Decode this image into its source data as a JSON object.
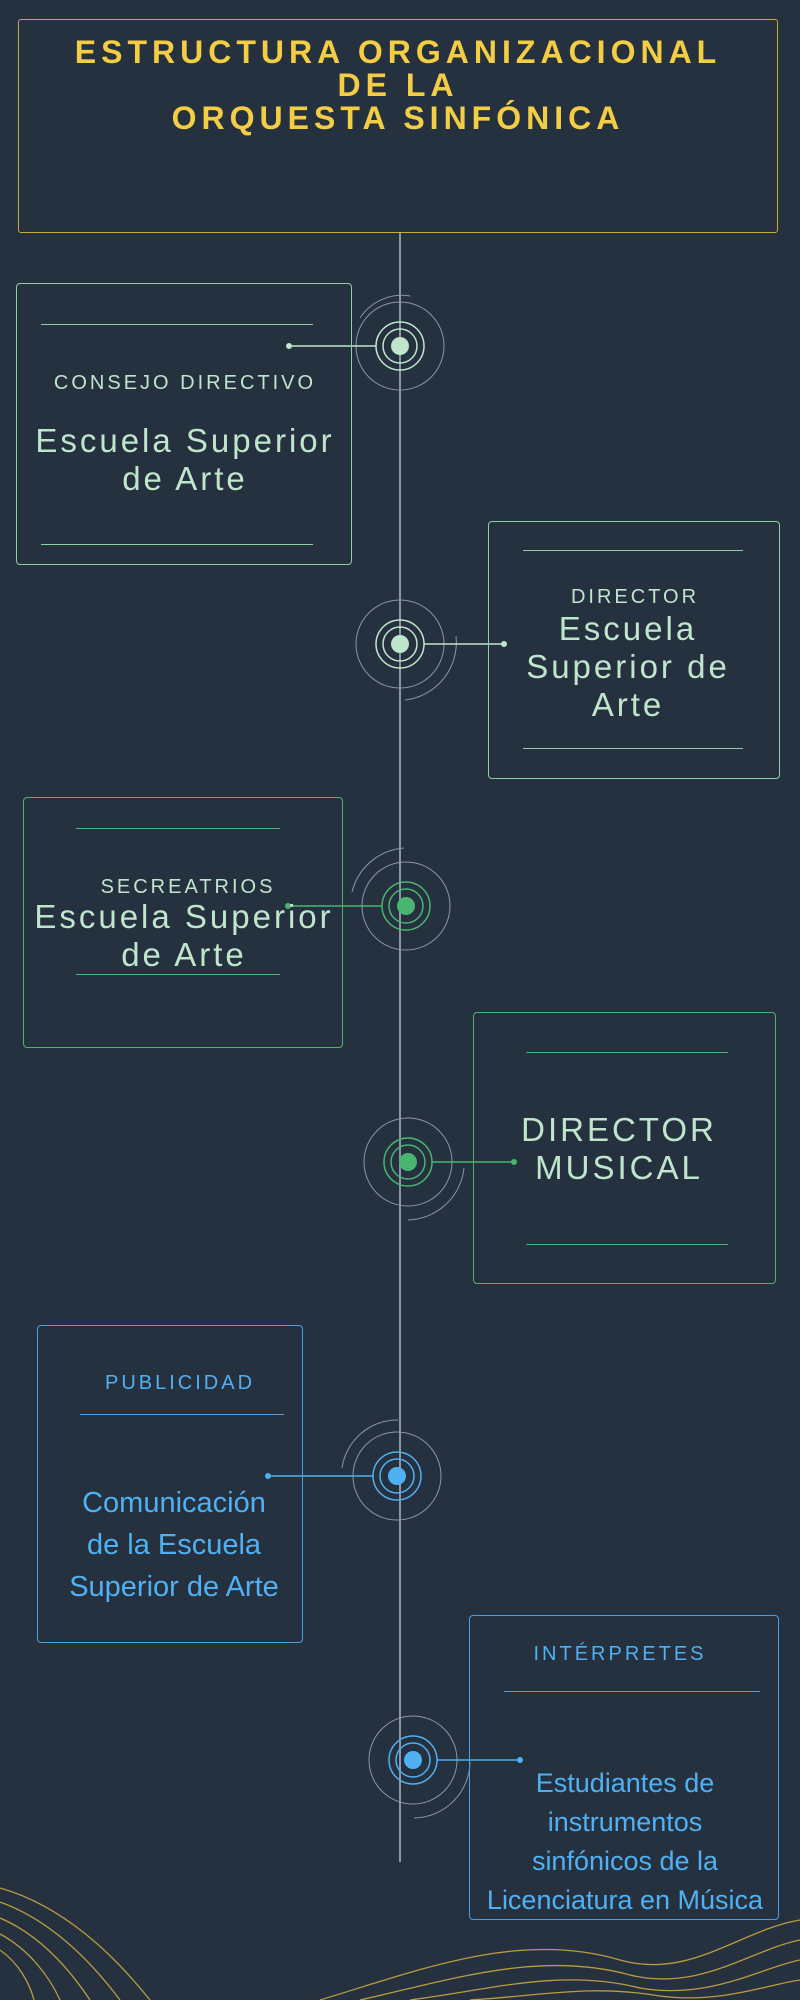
{
  "title": {
    "line1": "ESTRUCTURA ORGANIZACIONAL",
    "line2": "DE LA",
    "line3": "ORQUESTA SINFÓNICA"
  },
  "nodes": [
    {
      "category": "CONSEJO DIRECTIVO",
      "name_line1": "Escuela Superior",
      "name_line2": "de Arte"
    },
    {
      "category": "DIRECTOR",
      "name_line1": "Escuela",
      "name_line2": "Superior de",
      "name_line3": "Arte"
    },
    {
      "category": "SECREATRIOS",
      "name_line1": "Escuela Superior",
      "name_line2": "de Arte"
    },
    {
      "category": "DIRECTOR",
      "category_line2": "MUSICAL"
    },
    {
      "category": "PUBLICIDAD",
      "name_line1": "Comunicación",
      "name_line2": "de la Escuela",
      "name_line3": "Superior de Arte"
    },
    {
      "category": "INTÉRPRETES",
      "name_line1": "Estudiantes de",
      "name_line2": "instrumentos",
      "name_line3": "sinfónicos de la",
      "name_line4": "Licenciatura en Música"
    }
  ],
  "colors": {
    "background": "#263140",
    "title": "#f3cd43",
    "mint": "#bfe6cc",
    "green": "#49b56f",
    "blue": "#4fb1f3",
    "timeline": "#8a96a6"
  }
}
